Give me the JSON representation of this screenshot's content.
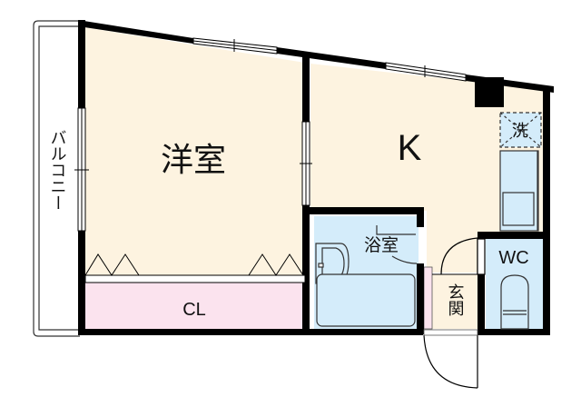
{
  "floor_plan": {
    "type": "1K apartment floor plan",
    "rooms": [
      {
        "id": "western_room",
        "label": "洋室",
        "meaning": "Western-style room",
        "fill": "#fdf3e0"
      },
      {
        "id": "kitchen",
        "label": "K",
        "meaning": "Kitchen",
        "fill": "#fdf3e0"
      },
      {
        "id": "closet",
        "label": "CL",
        "meaning": "Closet",
        "fill": "#fbe3ee"
      },
      {
        "id": "bathroom",
        "label": "浴室",
        "meaning": "Bathroom",
        "fill": "#d4ecfa"
      },
      {
        "id": "entrance",
        "label": "玄関",
        "meaning": "Entrance",
        "fill": "#fdf3e0"
      },
      {
        "id": "toilet",
        "label": "WC",
        "meaning": "Toilet",
        "fill": "#d4ecfa"
      },
      {
        "id": "laundry",
        "label": "洗",
        "meaning": "Washing machine space",
        "fill": "#d4ecfa"
      },
      {
        "id": "balcony",
        "label": "バルコニー",
        "meaning": "Balcony",
        "fill": "#ffffff"
      }
    ],
    "colors": {
      "wall": "#000000",
      "room_floor": "#fdf3e0",
      "wet_area": "#d4ecfa",
      "closet": "#fbe3ee",
      "background": "#ffffff"
    }
  }
}
